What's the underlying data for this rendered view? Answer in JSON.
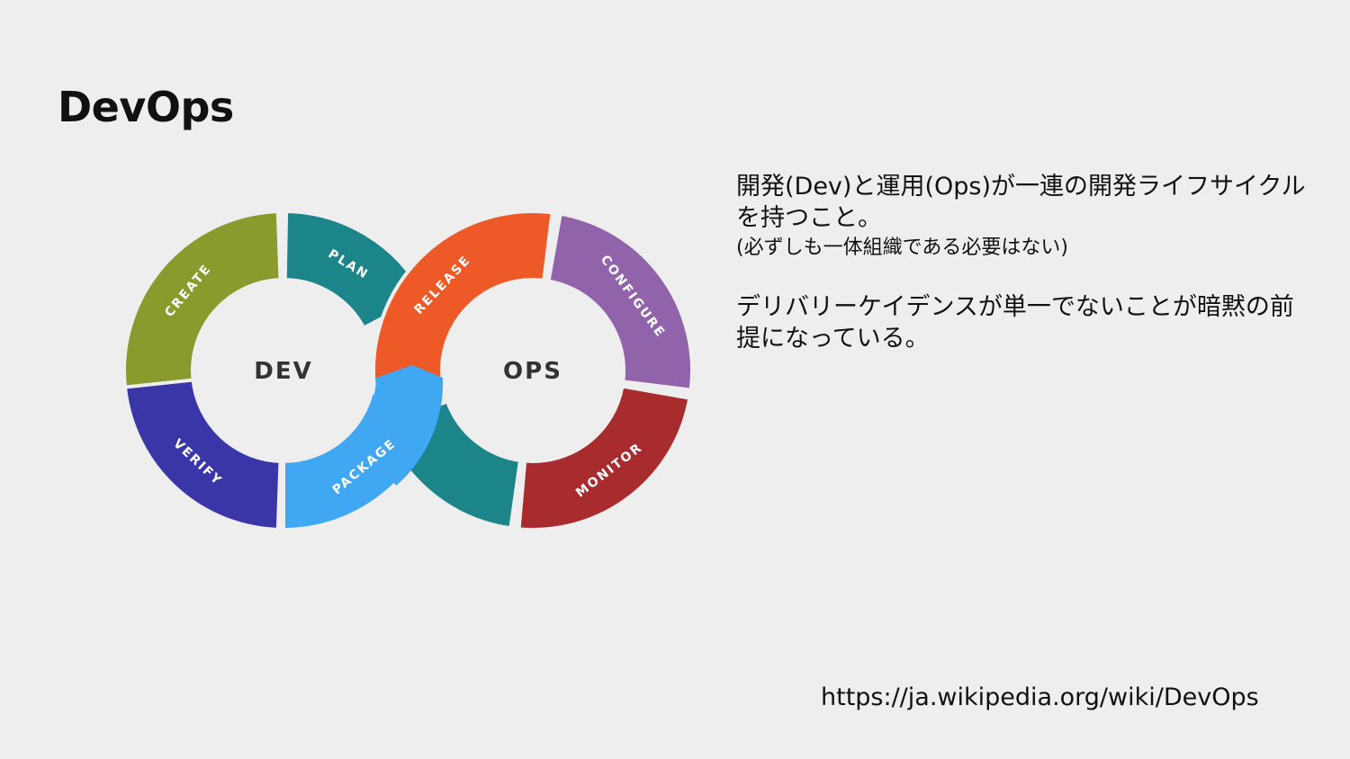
{
  "slide": {
    "title": "DevOps",
    "description": {
      "line1": "開発(Dev)と運用(Ops)が一連の開発ライフサイクルを持つこと。",
      "note": "(必ずしも一体組織である必要はない)",
      "line2": "デリバリーケイデンスが単一でないことが暗黙の前提になっている。"
    },
    "source_url": "https://ja.wikipedia.org/wiki/DevOps"
  },
  "diagram": {
    "dev_label": "DEV",
    "ops_label": "OPS",
    "segments": [
      {
        "label": "CREATE",
        "color": "#8a9a2c"
      },
      {
        "label": "PLAN",
        "color": "#1b8589"
      },
      {
        "label": "VERIFY",
        "color": "#3a36a8"
      },
      {
        "label": "PACKAGE",
        "color": "#40a8f2"
      },
      {
        "label": "RELEASE",
        "color": "#ee5a27"
      },
      {
        "label": "CONFIGURE",
        "color": "#9163ab"
      },
      {
        "label": "MONITOR",
        "color": "#a82b2e"
      },
      {
        "label": "",
        "color": "#1b8589"
      }
    ]
  }
}
